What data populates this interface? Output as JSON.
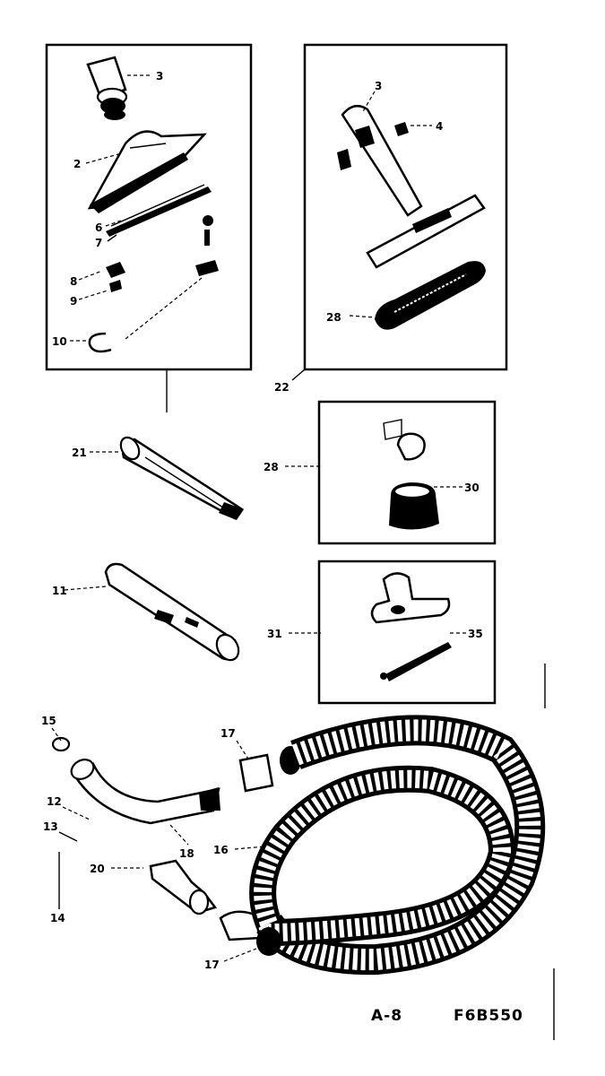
{
  "labels": {
    "p1": "3",
    "p2": "2",
    "p3": "6",
    "p4": "7",
    "p5": "8",
    "p6": "9",
    "p7": "10",
    "p8": "3",
    "p9": "4",
    "p10": "28",
    "p11": "22",
    "p12": "21",
    "p13": "28",
    "p14": "30",
    "p15": "11",
    "p16": "31",
    "p17": "35",
    "p18": "15",
    "p19": "17",
    "p20": "12",
    "p21": "13",
    "p22": "18",
    "p23": "16",
    "p24": "20",
    "p25": "14",
    "p26": "17"
  },
  "footer": {
    "ref": "A-8",
    "code": "F6B550"
  }
}
